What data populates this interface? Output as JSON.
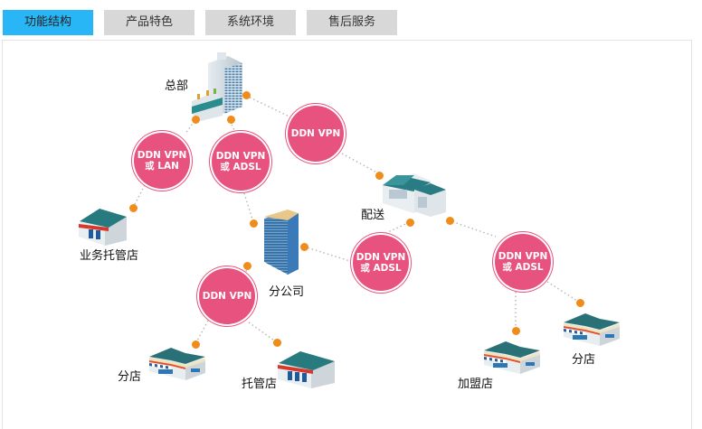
{
  "tabs": [
    {
      "label": "功能结构",
      "active": true
    },
    {
      "label": "产品特色",
      "active": false
    },
    {
      "label": "系统环境",
      "active": false
    },
    {
      "label": "售后服务",
      "active": false
    }
  ],
  "colors": {
    "tab_active": "#29b6f6",
    "tab_inactive": "#d8d8d8",
    "bubble": "#e8527f",
    "dot": "#f08c1a",
    "link": "#b0b0b0"
  },
  "nodes": {
    "hq": {
      "label": "总部",
      "icon": "office-tower-icon"
    },
    "distribution": {
      "label": "配送",
      "icon": "warehouse-icon"
    },
    "branch_company": {
      "label": "分公司",
      "icon": "skyscraper-icon"
    },
    "business_managed_store": {
      "label": "业务托管店",
      "icon": "shop-red-roof-icon"
    },
    "branch_store_left": {
      "label": "分店",
      "icon": "store-icon"
    },
    "managed_store": {
      "label": "托管店",
      "icon": "shop-red-roof-icon"
    },
    "franchise_store": {
      "label": "加盟店",
      "icon": "store-icon"
    },
    "branch_store_right": {
      "label": "分店",
      "icon": "store-icon"
    }
  },
  "connections": {
    "hq_to_business_store": {
      "line1": "DDN VPN",
      "line2": "或 LAN"
    },
    "hq_to_branch_company": {
      "line1": "DDN VPN",
      "line2": "或 ADSL"
    },
    "hq_to_distribution": {
      "line1": "DDN VPN",
      "line2": ""
    },
    "branch_company_to_distribution": {
      "line1": "DDN VPN",
      "line2": "或 ADSL"
    },
    "distribution_to_stores": {
      "line1": "DDN VPN",
      "line2": "或 ADSL"
    },
    "branch_company_to_stores": {
      "line1": "DDN VPN",
      "line2": ""
    }
  }
}
